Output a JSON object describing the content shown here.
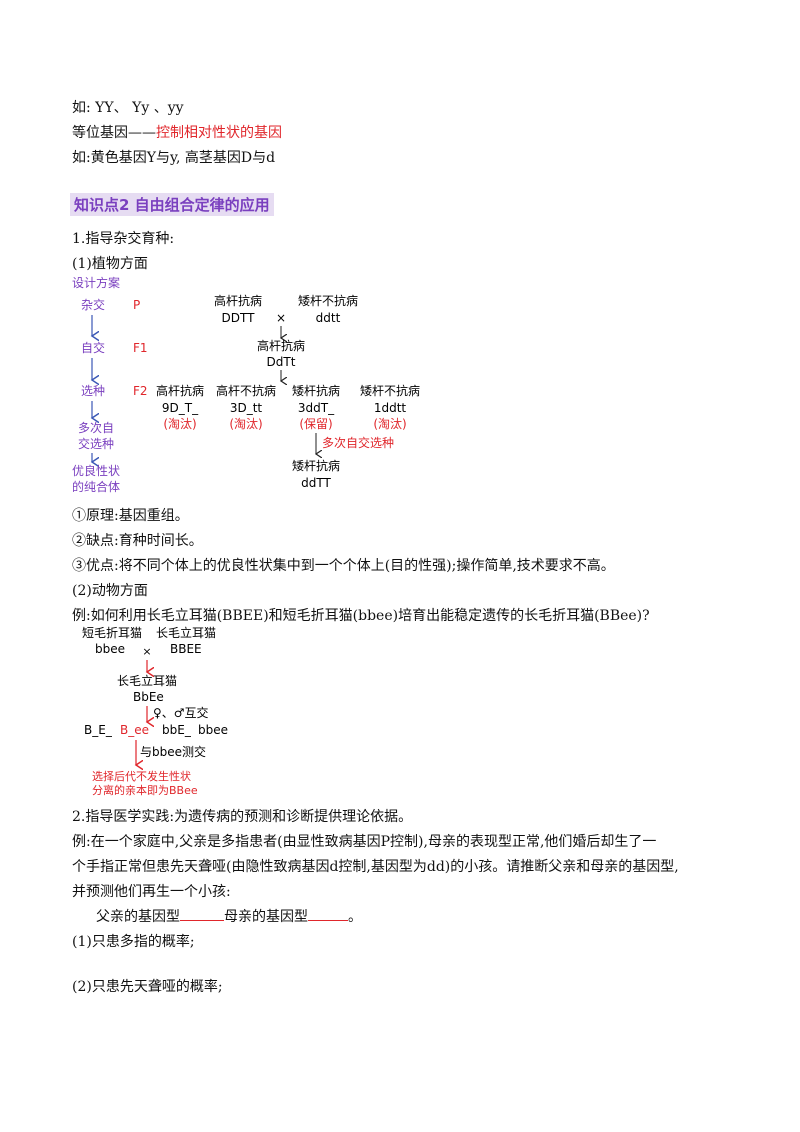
{
  "lines": {
    "l1": "如:   YY、  Yy   、yy",
    "l2_pre": "等位基因——",
    "l2_red": "控制相对性状的基因",
    "l3": "如:黄色基因Y与y,   高茎基因D与d",
    "heading": "知识点2    自由组合定律的应用",
    "l5": "1.指导杂交育种:",
    "l6": "(1)植物方面",
    "l7": "①原理:基因重组。",
    "l8": "②缺点:育种时间长。",
    "l9": "③优点:将不同个体上的优良性状集中到一个个体上(目的性强);操作简单,技术要求不高。",
    "l10": "(2)动物方面",
    "l11": "例:如何利用长毛立耳猫(BBEE)和短毛折耳猫(bbee)培育出能稳定遗传的长毛折耳猫(BBee)?",
    "l12": "2.指导医学实践:为遗传病的预测和诊断提供理论依据。",
    "l13": "例:在一个家庭中,父亲是多指患者(由显性致病基因P控制),母亲的表现型正常,他们婚后却生了一",
    "l14": "个手指正常但患先天聋哑(由隐性致病基因d控制,基因型为dd)的小孩。请推断父亲和母亲的基因型,",
    "l15": "并预测他们再生一个小孩:",
    "l16a": "父亲的基因型",
    "l16b": "母亲的基因型",
    "l16c": "。",
    "l17": "(1)只患多指的概率;",
    "l18": "(2)只患先天聋哑的概率;"
  },
  "plant": {
    "design": "设计方案",
    "steps": [
      "杂交",
      "自交",
      "选种",
      "多次自",
      "交选种",
      "优良性状",
      "的纯合体"
    ],
    "gen_p": "P",
    "gen_f1": "F1",
    "gen_f2": "F2",
    "p1_name": "高杆抗病",
    "p1_geno": "DDTT",
    "cross": "×",
    "p2_name": "矮杆不抗病",
    "p2_geno": "ddtt",
    "f1_name": "高杆抗病",
    "f1_geno": "DdTt",
    "f2": [
      {
        "name": "高杆抗病",
        "geno": "9D_T_",
        "note": "(淘汰)"
      },
      {
        "name": "高杆不抗病",
        "geno": "3D_tt",
        "note": "(淘汰)"
      },
      {
        "name": "矮杆抗病",
        "geno": "3ddT_",
        "note": "(保留)"
      },
      {
        "name": "矮杆不抗病",
        "geno": "1ddtt",
        "note": "(淘汰)"
      }
    ],
    "repeat": "多次自交选种",
    "final_name": "矮杆抗病",
    "final_geno": "ddTT"
  },
  "animal": {
    "a1_name": "短毛折耳猫",
    "a1_geno": "bbee",
    "cross": "×",
    "a2_name": "长毛立耳猫",
    "a2_geno": "BBEE",
    "f1_name": "长毛立耳猫",
    "f1_geno": "BbEe",
    "intercross": "♀、♂互交",
    "f2": [
      "B_E_",
      "B_ee",
      "bbE_",
      "bbee"
    ],
    "testcross": "与bbee测交",
    "result1": "选择后代不发生性状",
    "result2": "分离的亲本即为BBee"
  }
}
